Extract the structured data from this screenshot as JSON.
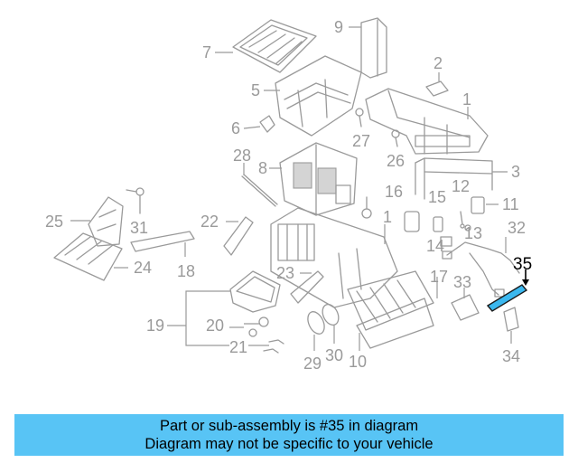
{
  "diagram": {
    "callouts": {
      "c1": "1",
      "c1b": "1",
      "c2": "2",
      "c3": "3",
      "c5": "5",
      "c6": "6",
      "c7": "7",
      "c8": "8",
      "c9": "9",
      "c10": "10",
      "c11": "11",
      "c12": "12",
      "c13": "13",
      "c14": "14",
      "c15": "15",
      "c16": "16",
      "c17": "17",
      "c18": "18",
      "c19": "19",
      "c20": "20",
      "c21": "21",
      "c22": "22",
      "c23": "23",
      "c24": "24",
      "c25": "25",
      "c26": "26",
      "c27": "27",
      "c28": "28",
      "c29": "29",
      "c30": "30",
      "c31": "31",
      "c32": "32",
      "c33": "33",
      "c34": "34"
    },
    "highlighted_callout": "35",
    "highlight_color": "#3bb8ef"
  },
  "banner": {
    "line1": "Part or sub-assembly is #35 in diagram",
    "line2": "Diagram may not be specific to your vehicle",
    "background": "#58c4f5"
  }
}
